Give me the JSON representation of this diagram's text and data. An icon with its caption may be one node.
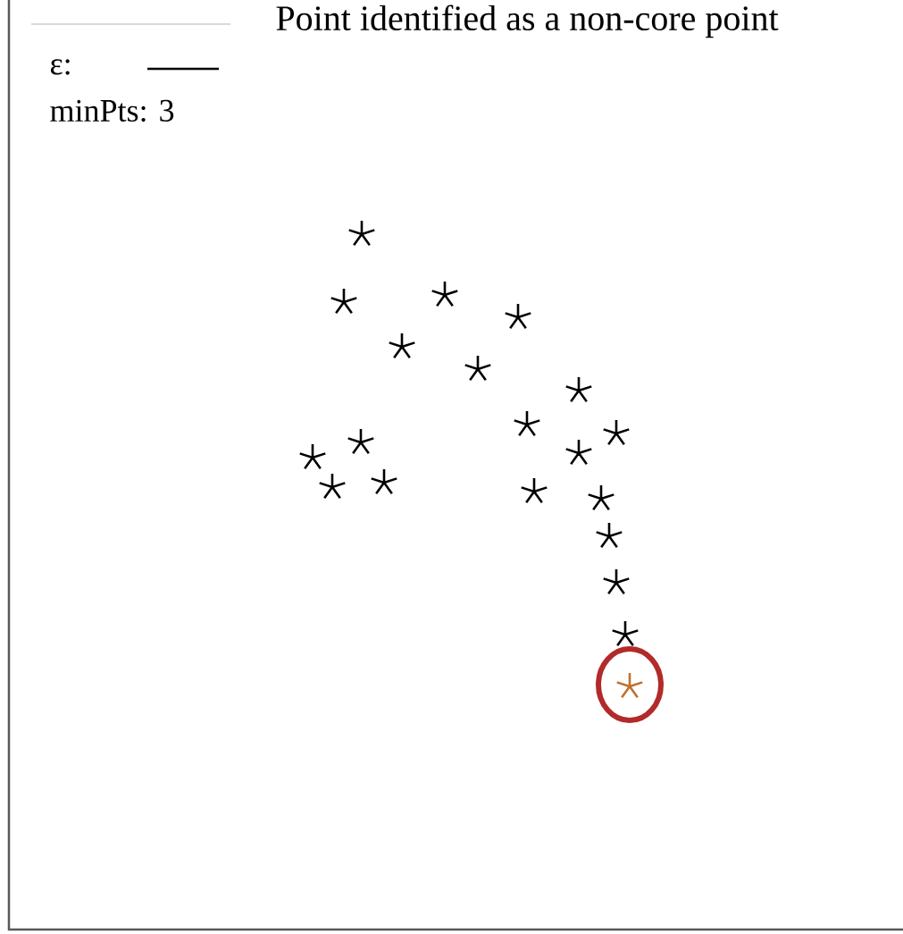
{
  "diagram": {
    "title": "Point identified as a non-core point",
    "labels": [
      "ε:",
      "minPts: 3"
    ]
  }
}
